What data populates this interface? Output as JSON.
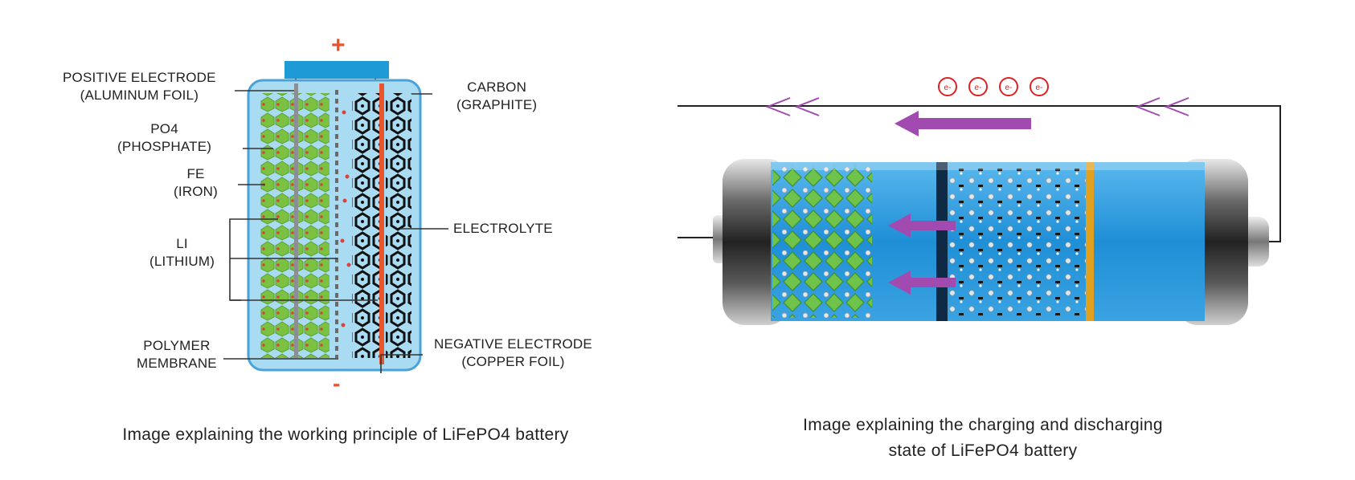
{
  "left": {
    "plus_sign": "+",
    "minus_sign": "-",
    "labels": {
      "positive_electrode": [
        "POSITIVE ELECTRODE",
        "(ALUMINUM FOIL)"
      ],
      "phosphate": [
        "PO4",
        "(PHOSPHATE)"
      ],
      "iron": [
        "FE",
        "(IRON)"
      ],
      "lithium": [
        "LI",
        "(LITHIUM)"
      ],
      "polymer": [
        "POLYMER",
        "MEMBRANE"
      ],
      "carbon": [
        "CARBON",
        "(GRAPHITE)"
      ],
      "electrolyte": [
        "ELECTROLYTE"
      ],
      "negative_electrode": [
        "NEGATIVE ELECTRODE",
        "(COPPER FOIL)"
      ]
    },
    "caption": "Image explaining the working principle of LiFePO4 battery"
  },
  "right": {
    "electron_symbol": "e-",
    "electron_count": 4,
    "caption_lines": [
      "Image explaining the charging and discharging",
      "state of LiFePO4 battery"
    ]
  },
  "colors": {
    "cell_fill": "#a9dcf3",
    "cell_border": "#4aa3d8",
    "terminal": "#1e9ad6",
    "accent_red": "#e8542b",
    "crystal_green": "#7cc242",
    "graphite_black": "#111111",
    "arrow_purple": "#a14bb0",
    "electron_red": "#e02020",
    "battery_blue": "#1f8fd6"
  }
}
